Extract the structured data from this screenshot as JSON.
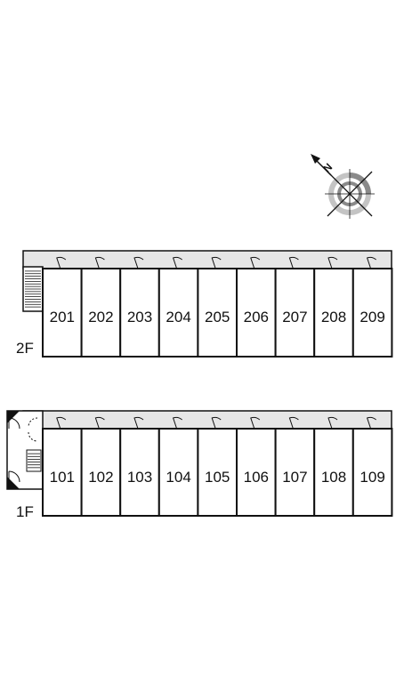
{
  "compass": {
    "north_label": "N",
    "icon": "compass-rose-icon"
  },
  "floors": [
    {
      "id": "2f",
      "label": "2F",
      "units": [
        "201",
        "202",
        "203",
        "204",
        "205",
        "206",
        "207",
        "208",
        "209"
      ]
    },
    {
      "id": "1f",
      "label": "1F",
      "units": [
        "101",
        "102",
        "103",
        "104",
        "105",
        "106",
        "107",
        "108",
        "109"
      ]
    }
  ],
  "colors": {
    "line": "#111111",
    "corridor": "#e6e6e6",
    "compass_ring": "#8a8a8a",
    "compass_ring_light": "#c4c4c4"
  }
}
